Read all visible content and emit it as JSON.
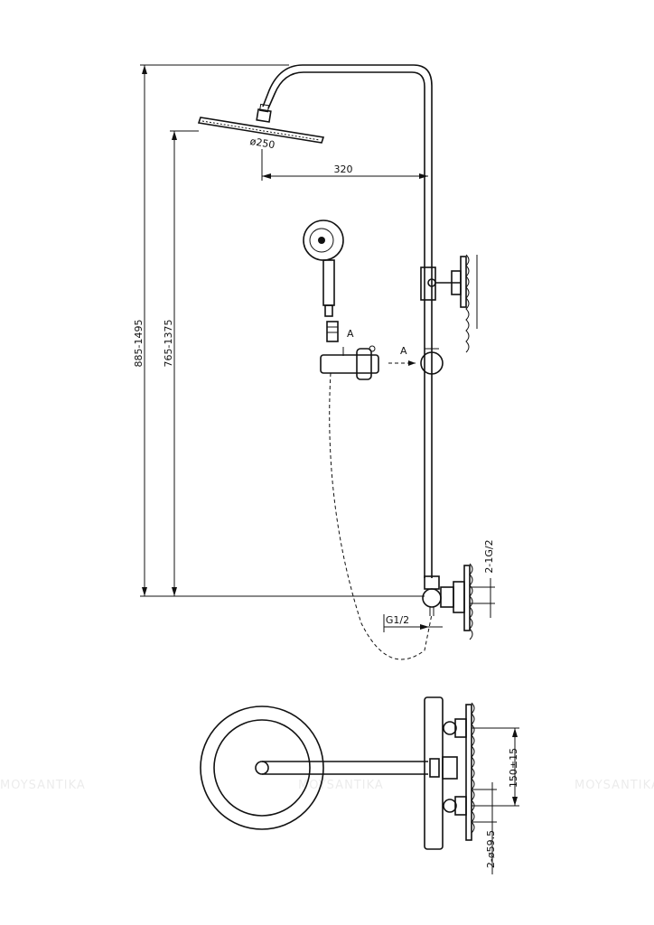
{
  "dimensions": {
    "total_height": "885-1495",
    "slider_height": "765-1375",
    "head_diameter": "ø250",
    "arm_length": "320",
    "inlet_thread": "2-1G/2",
    "outlet_thread": "G1/2",
    "inlet_spacing": "150±15",
    "inlet_diameter": "2-ø59.5"
  },
  "section_labels": {
    "left": "A",
    "right": "A"
  },
  "watermark": "MOYSANTIKA"
}
